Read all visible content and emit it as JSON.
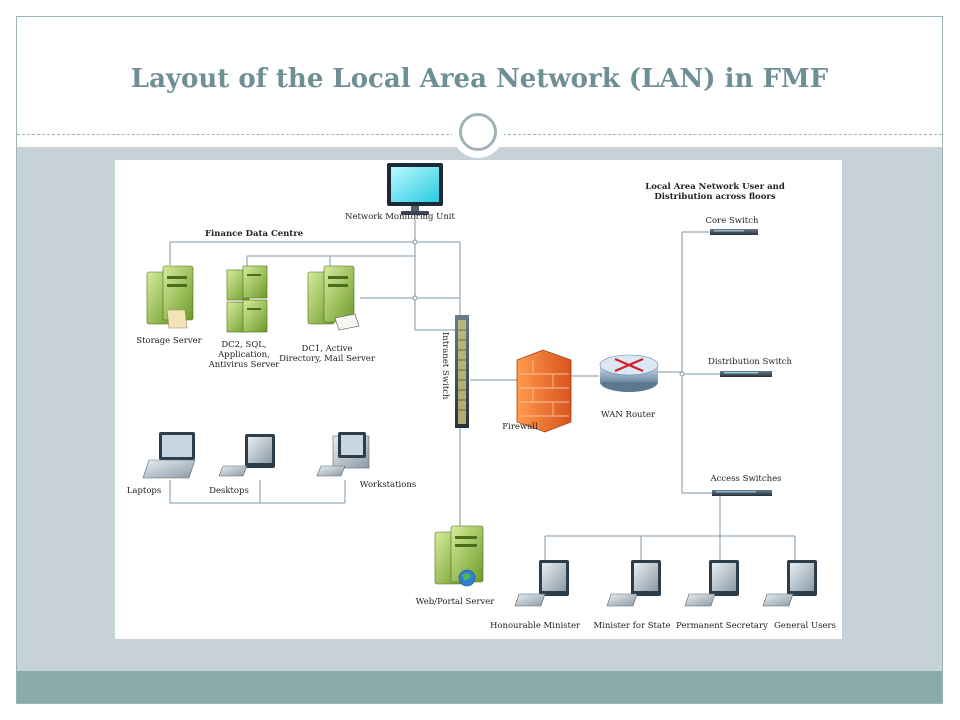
{
  "slide": {
    "title": "Layout of the Local Area Network (LAN) in FMF"
  },
  "diagram": {
    "network_monitoring_unit": "Network Monitoring Unit",
    "finance_data_centre": "Finance Data Centre",
    "storage_server": "Storage Server",
    "dc2_server": "DC2, SQL, Application, Antivirus Server",
    "dc1_server": "DC1, Active Directory, Mail Server",
    "intranet_switch": "Intranet Switch",
    "firewall": "Firewall",
    "wan_router": "WAN Router",
    "lan_header": "Local Area Network User and Distribution across floors",
    "core_switch": "Core Switch",
    "distribution_switch": "Distribution Switch",
    "access_switches": "Access Switches",
    "laptops": "Laptops",
    "desktops": "Desktops",
    "workstations": "Workstations",
    "web_portal_server": "Web/Portal Server",
    "honourable_minister": "Honourable Minister",
    "minister_for_state": "Minister for State",
    "permanent_secretary": "Permanent Secretary",
    "general_users": "General Users"
  }
}
